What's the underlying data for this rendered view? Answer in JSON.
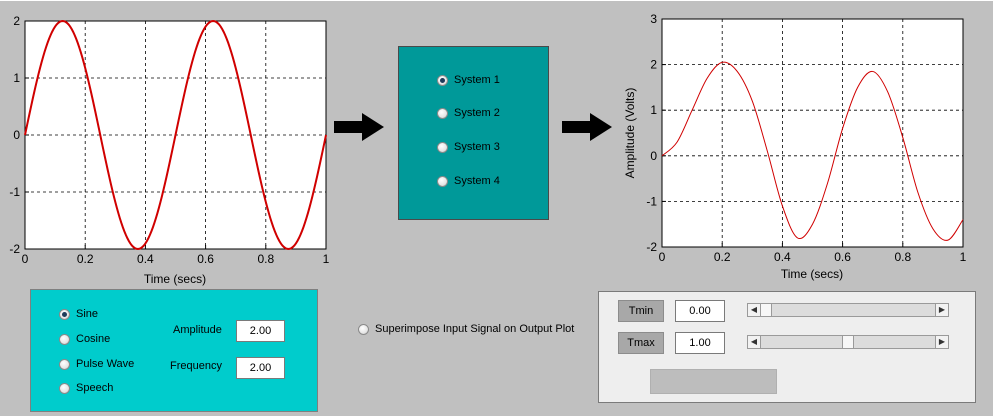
{
  "input_panel": {
    "signals": [
      {
        "label": "Sine",
        "selected": true
      },
      {
        "label": "Cosine",
        "selected": false
      },
      {
        "label": "Pulse Wave",
        "selected": false
      },
      {
        "label": "Speech",
        "selected": false
      }
    ],
    "amplitude_label": "Amplitude",
    "amplitude_value": "2.00",
    "frequency_label": "Frequency",
    "frequency_value": "2.00"
  },
  "system_panel": {
    "systems": [
      {
        "label": "System 1",
        "selected": true
      },
      {
        "label": "System 2",
        "selected": false
      },
      {
        "label": "System 3",
        "selected": false
      },
      {
        "label": "System 4",
        "selected": false
      }
    ]
  },
  "superimpose_label": "Superimpose Input Signal on Output Plot",
  "time_panel": {
    "tmin_label": "Tmin",
    "tmin_value": "0.00",
    "tmax_label": "Tmax",
    "tmax_value": "1.00",
    "tmin_slider_fraction": 0.0,
    "tmax_slider_fraction": 0.5
  },
  "colors": {
    "signal": "#d00000",
    "teal_input": "#00cccc",
    "teal_system": "#009999"
  },
  "chart_data": [
    {
      "type": "line",
      "xlabel": "Time (secs)",
      "ylabel": "",
      "xlim": [
        0,
        1
      ],
      "ylim": [
        -2,
        2
      ],
      "xticks": [
        "0",
        "0.2",
        "0.4",
        "0.6",
        "0.8",
        "1"
      ],
      "yticks": [
        "-2",
        "-1",
        "0",
        "1",
        "2"
      ],
      "grid": true,
      "series": [
        {
          "amplitude": 2,
          "frequency": 2,
          "phase": 0,
          "function": "sin"
        }
      ]
    },
    {
      "type": "line",
      "xlabel": "Time (secs)",
      "ylabel": "Amplitude (Volts)",
      "xlim": [
        0,
        1
      ],
      "ylim": [
        -2,
        3
      ],
      "xticks": [
        "0",
        "0.2",
        "0.4",
        "0.6",
        "0.8",
        "1"
      ],
      "yticks": [
        "-2",
        "-1",
        "0",
        "1",
        "2",
        "3"
      ],
      "grid": true,
      "series": [
        {
          "x": [
            0,
            0.05,
            0.1,
            0.15,
            0.2,
            0.25,
            0.3,
            0.35,
            0.4,
            0.45,
            0.5,
            0.55,
            0.6,
            0.65,
            0.7,
            0.75,
            0.8,
            0.85,
            0.9,
            0.95,
            1.0
          ],
          "y": [
            0,
            0.3,
            1.0,
            1.7,
            2.05,
            1.85,
            1.2,
            0.1,
            -1.1,
            -1.8,
            -1.5,
            -0.6,
            0.6,
            1.5,
            1.85,
            1.4,
            0.4,
            -0.8,
            -1.6,
            -1.85,
            -1.4
          ]
        }
      ]
    }
  ]
}
